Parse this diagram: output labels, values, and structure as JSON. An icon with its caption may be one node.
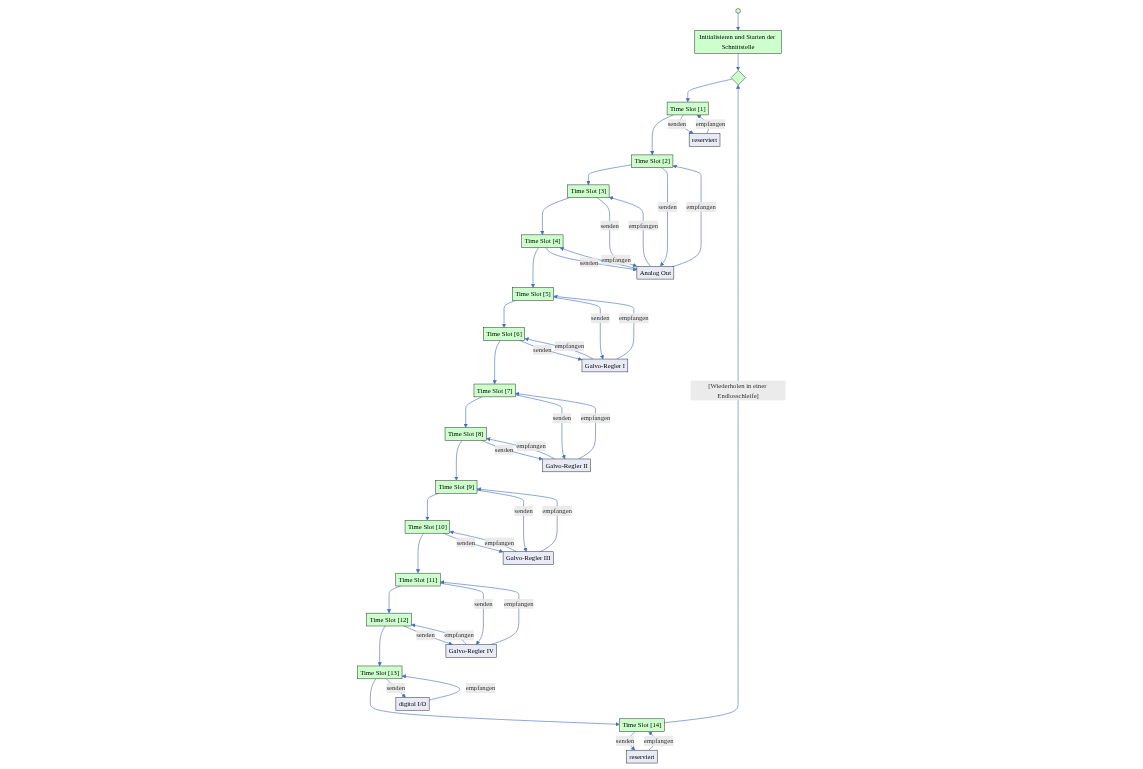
{
  "diagram": {
    "nodes": [
      {
        "text": [],
        "shape": "circle"
      },
      {
        "text": [
          "Initialisieren und Starten der Schnittstelle"
        ]
      },
      {
        "text": [],
        "shape": "diamond"
      },
      {
        "text": [
          "Time Slot [1]"
        ]
      },
      {
        "text": [
          "Time Slot [2]"
        ]
      },
      {
        "text": [
          "Time Slot [3]"
        ]
      },
      {
        "text": [
          "Time Slot [4]"
        ]
      },
      {
        "text": [
          "Time Slot [5]"
        ]
      },
      {
        "text": [
          "Time Slot [6]"
        ]
      },
      {
        "text": [
          "Time Slot [7]"
        ]
      },
      {
        "text": [
          "Time Slot [8]"
        ]
      },
      {
        "text": [
          "Time Slot [9]"
        ]
      },
      {
        "text": [
          "Time Slot [10]"
        ]
      },
      {
        "text": [
          "Time Slot [11]"
        ]
      },
      {
        "text": [
          "Time Slot [12]"
        ]
      },
      {
        "text": [
          "Time Slot [13]"
        ]
      },
      {
        "text": [
          "Time Slot [14]"
        ]
      },
      {
        "text": [
          "reserviert"
        ]
      },
      {
        "text": [
          "Analog Out"
        ]
      },
      {
        "text": [
          "Galvo-Regler I"
        ]
      },
      {
        "text": [
          "Galvo-Regler II"
        ]
      },
      {
        "text": [
          "Galvo-Regler III"
        ]
      },
      {
        "text": [
          "Galvo-Regler IV"
        ]
      },
      {
        "text": [
          "digital I/O"
        ]
      },
      {
        "text": [
          "reserviert"
        ]
      }
    ],
    "edges": [
      {
        "from": 0,
        "to": 1,
        "arrow": "to"
      },
      {
        "from": 1,
        "to": 2,
        "arrow": "to"
      },
      {
        "from": 2,
        "to": 3,
        "arrow": "to"
      },
      {
        "from": 3,
        "to": 4,
        "arrow": "to"
      },
      {
        "from": 4,
        "to": 5,
        "arrow": "to"
      },
      {
        "from": 5,
        "to": 6,
        "arrow": "to"
      },
      {
        "from": 6,
        "to": 7,
        "arrow": "to"
      },
      {
        "from": 7,
        "to": 8,
        "arrow": "to"
      },
      {
        "from": 8,
        "to": 9,
        "arrow": "to"
      },
      {
        "from": 9,
        "to": 10,
        "arrow": "to"
      },
      {
        "from": 10,
        "to": 11,
        "arrow": "to"
      },
      {
        "from": 11,
        "to": 12,
        "arrow": "to"
      },
      {
        "from": 12,
        "to": 13,
        "arrow": "to"
      },
      {
        "from": 13,
        "to": 14,
        "arrow": "to"
      },
      {
        "from": 14,
        "to": 15,
        "arrow": "to"
      },
      {
        "from": 15,
        "to": 16,
        "arrow": "to"
      },
      {
        "from": 16,
        "to": 2,
        "arrow": "to",
        "label": "[Wiederholen in einer Endlosschleife]"
      },
      {
        "from": 3,
        "to": 17,
        "arrow": "to",
        "label": "senden"
      },
      {
        "from": 17,
        "to": 3,
        "arrow": "to",
        "label": "empfangen"
      },
      {
        "from": 4,
        "to": 18,
        "arrow": "to",
        "label": "senden"
      },
      {
        "from": 18,
        "to": 4,
        "arrow": "to",
        "label": "empfangen"
      },
      {
        "from": 5,
        "to": 18,
        "arrow": "to",
        "label": "senden"
      },
      {
        "from": 18,
        "to": 5,
        "arrow": "to",
        "label": "empfangen"
      },
      {
        "from": 6,
        "to": 18,
        "arrow": "to",
        "label": "senden"
      },
      {
        "from": 18,
        "to": 6,
        "arrow": "to",
        "label": "empfangen"
      },
      {
        "from": 7,
        "to": 19,
        "arrow": "to",
        "label": "senden"
      },
      {
        "from": 19,
        "to": 7,
        "arrow": "to",
        "label": "empfangen"
      },
      {
        "from": 8,
        "to": 19,
        "arrow": "to",
        "label": "senden"
      },
      {
        "from": 19,
        "to": 8,
        "arrow": "to",
        "label": "empfangen"
      },
      {
        "from": 9,
        "to": 20,
        "arrow": "to",
        "label": "senden"
      },
      {
        "from": 20,
        "to": 9,
        "arrow": "to",
        "label": "empfangen"
      },
      {
        "from": 10,
        "to": 20,
        "arrow": "to",
        "label": "senden"
      },
      {
        "from": 20,
        "to": 10,
        "arrow": "to",
        "label": "empfangen"
      },
      {
        "from": 11,
        "to": 21,
        "arrow": "to",
        "label": "senden"
      },
      {
        "from": 21,
        "to": 11,
        "arrow": "to",
        "label": "empfangen"
      },
      {
        "from": 12,
        "to": 21,
        "arrow": "to",
        "label": "senden"
      },
      {
        "from": 21,
        "to": 12,
        "arrow": "to",
        "label": "empfangen"
      },
      {
        "from": 13,
        "to": 22,
        "arrow": "to",
        "label": "senden"
      },
      {
        "from": 22,
        "to": 13,
        "arrow": "to",
        "label": "empfangen"
      },
      {
        "from": 14,
        "to": 22,
        "arrow": "to",
        "label": "senden"
      },
      {
        "from": 22,
        "to": 14,
        "arrow": "to",
        "label": "empfangen"
      },
      {
        "from": 15,
        "to": 23,
        "arrow": "to",
        "label": "senden"
      },
      {
        "from": 23,
        "to": 15,
        "arrow": "to",
        "label": "empfangen"
      },
      {
        "from": 16,
        "to": 24,
        "arrow": "to",
        "label": "senden"
      },
      {
        "from": 24,
        "to": 16,
        "arrow": "to",
        "label": "empfangen"
      }
    ]
  }
}
